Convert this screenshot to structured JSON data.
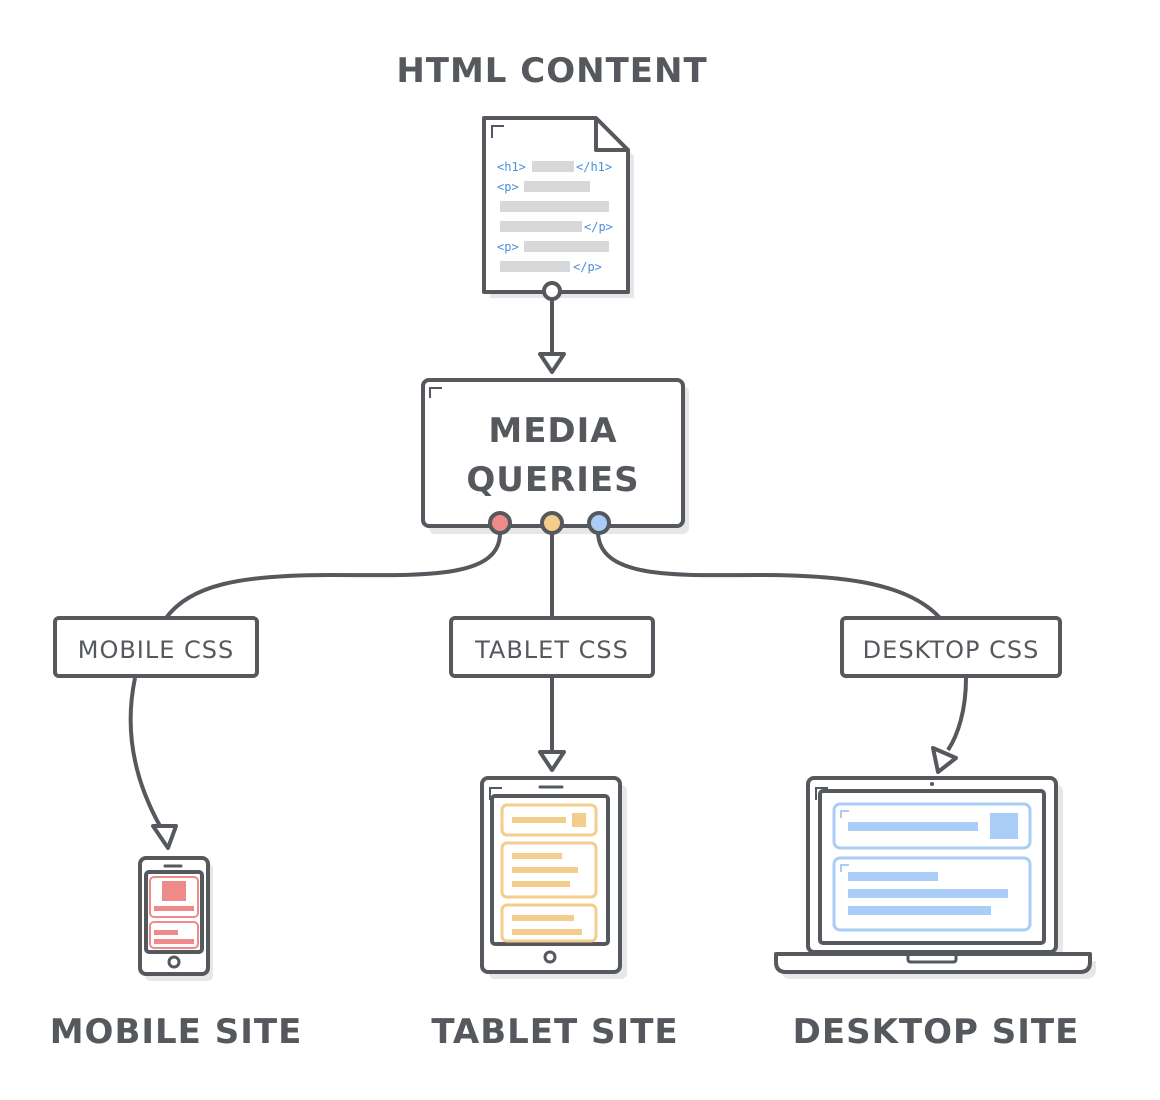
{
  "title": "HTML CONTENT",
  "document": {
    "lines": [
      {
        "open": "<h1>",
        "close": "</h1>"
      },
      {
        "open": "<p>",
        "close": ""
      },
      {
        "open": "",
        "close": ""
      },
      {
        "open": "",
        "close": "</p>"
      },
      {
        "open": "<p>",
        "close": ""
      },
      {
        "open": "",
        "close": "</p>"
      }
    ]
  },
  "media_queries": {
    "line1": "MEDIA",
    "line2": "QUERIES"
  },
  "css_labels": {
    "mobile": "MOBILE CSS",
    "tablet": "TABLET CSS",
    "desktop": "DESKTOP CSS"
  },
  "sites": {
    "mobile": "MOBILE SITE",
    "tablet": "TABLET SITE",
    "desktop": "DESKTOP SITE"
  },
  "colors": {
    "stroke": "#55585c",
    "shadow": "#e6e7e8",
    "code_blue": "#4a8fd8",
    "placeholder_gray": "#d6d8da",
    "mobile_red": "#ee8a8a",
    "tablet_orange": "#f3cd8c",
    "desktop_blue": "#a9cdf6",
    "desktop_fill": "#a9cdf6"
  }
}
